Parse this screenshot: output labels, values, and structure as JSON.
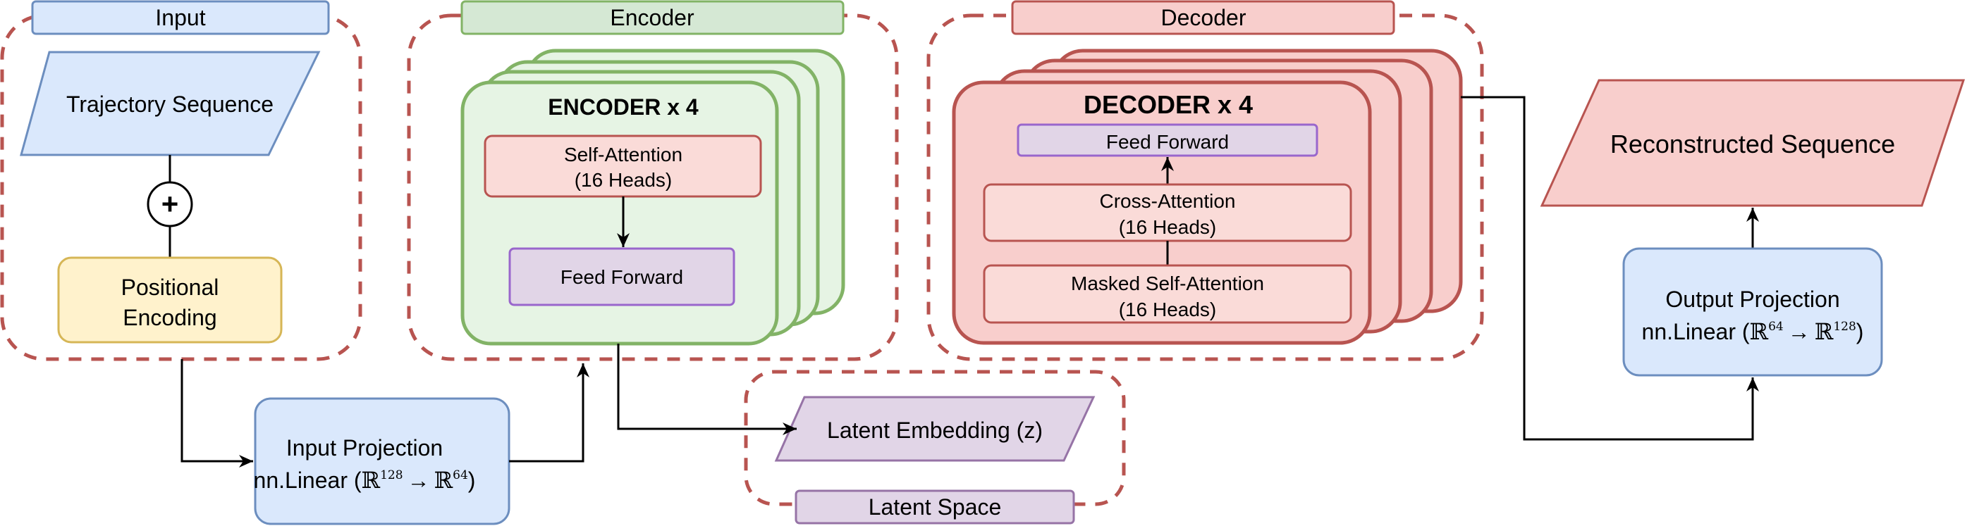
{
  "groups": {
    "input": "Input",
    "encoder": "Encoder",
    "decoder": "Decoder",
    "latent_space": "Latent Space"
  },
  "nodes": {
    "trajectory_sequence": "Trajectory Sequence",
    "add_symbol": "+",
    "positional_encoding_line1": "Positional",
    "positional_encoding_line2": "Encoding",
    "encoder_stack_title": "ENCODER x 4",
    "encoder_self_attention_line1": "Self-Attention",
    "encoder_self_attention_line2": "(16 Heads)",
    "encoder_feed_forward": "Feed Forward",
    "decoder_stack_title": "DECODER x 4",
    "decoder_feed_forward": "Feed Forward",
    "decoder_cross_attention_line1": "Cross-Attention",
    "decoder_cross_attention_line2": "(16 Heads)",
    "decoder_masked_attention_line1": "Masked Self-Attention",
    "decoder_masked_attention_line2": "(16 Heads)",
    "reconstructed_sequence": "Reconstructed Sequence",
    "input_projection": {
      "title": "Input Projection",
      "prefix": "nn.Linear (",
      "from_dim": "128",
      "arrow": "→",
      "to_dim": "64",
      "suffix": ")",
      "set_symbol": "ℝ"
    },
    "output_projection": {
      "title": "Output Projection",
      "prefix": "nn.Linear (",
      "from_dim": "64",
      "arrow": "→",
      "to_dim": "128",
      "suffix": ")",
      "set_symbol": "ℝ"
    },
    "latent_embedding": "Latent Embedding (z)"
  },
  "colors": {
    "blue_fill": "#dae8fc",
    "blue_stroke": "#6c8ebf",
    "green_fill": "#d5e8d4",
    "green_light_fill": "#e6f4e4",
    "green_stroke": "#82b366",
    "red_fill": "#f8cecc",
    "red_light_fill": "#fadbd8",
    "red_stroke": "#b85450",
    "purple_fill": "#e1d5e7",
    "purple_stroke": "#9673a6",
    "purple_bright_stroke": "#9966cc",
    "yellow_fill": "#fff2cc",
    "yellow_stroke": "#d6b656"
  }
}
